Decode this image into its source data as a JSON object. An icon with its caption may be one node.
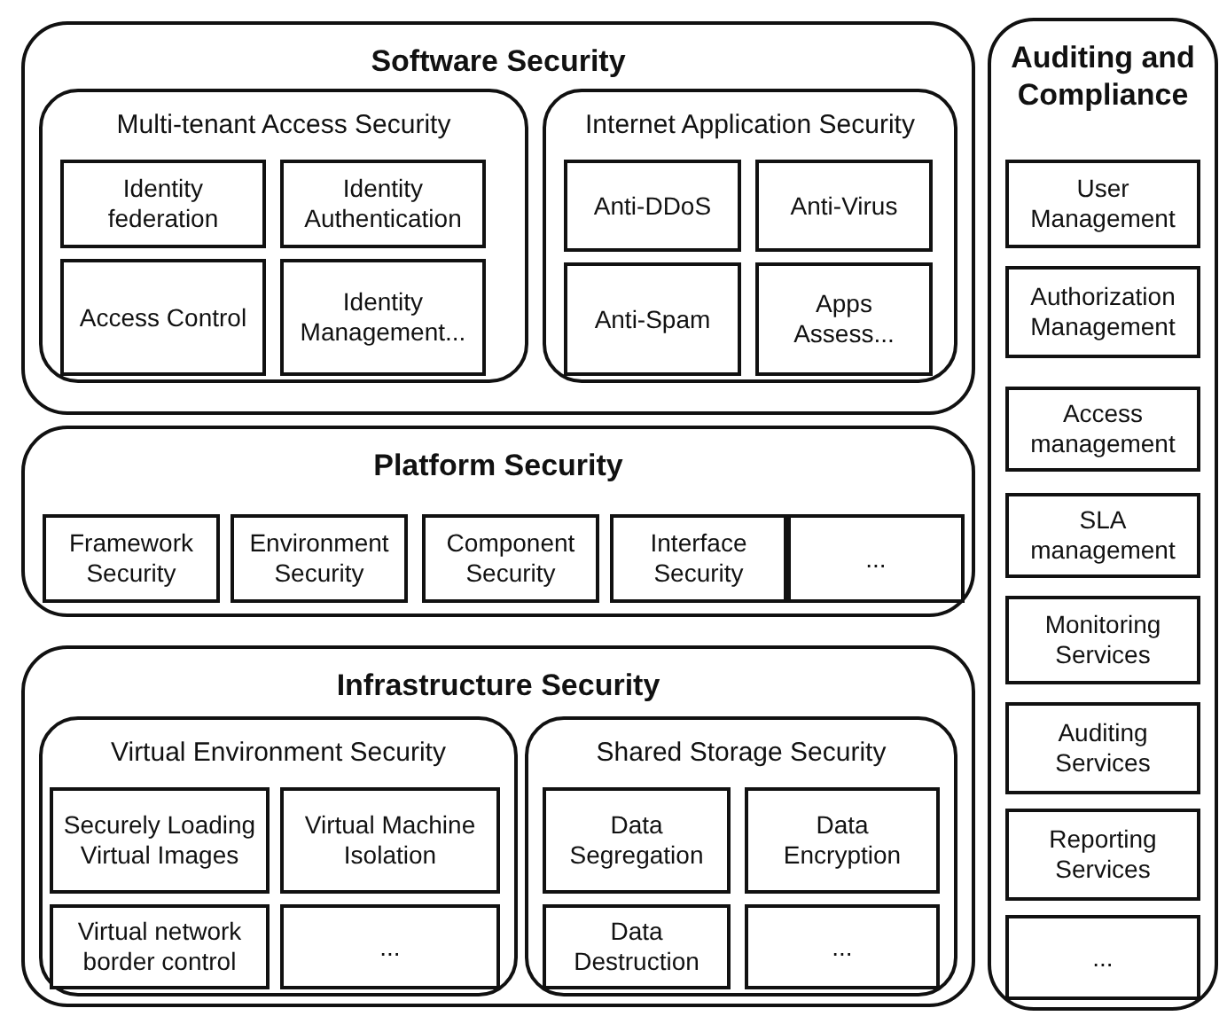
{
  "diagram": {
    "nodes": [
      {
        "text": [
          "Software Security"
        ]
      },
      {
        "text": [
          "Multi-tenant Access Security"
        ],
        "in": 0
      },
      {
        "text": [
          "Identity federation"
        ],
        "in": 1
      },
      {
        "text": [
          "Identity Authentication"
        ],
        "in": 1
      },
      {
        "text": [
          "Access Control"
        ],
        "in": 1
      },
      {
        "text": [
          "Identity Management..."
        ],
        "in": 1
      },
      {
        "text": [
          "Internet Application Security"
        ],
        "in": 0
      },
      {
        "text": [
          "Anti-DDoS"
        ],
        "in": 6
      },
      {
        "text": [
          "Anti-Virus"
        ],
        "in": 6
      },
      {
        "text": [
          "Anti-Spam"
        ],
        "in": 6
      },
      {
        "text": [
          "Apps Assess..."
        ],
        "in": 6
      },
      {
        "text": [
          "Platform Security"
        ]
      },
      {
        "text": [
          "Framework Security"
        ],
        "in": 11
      },
      {
        "text": [
          "Environment Security"
        ],
        "in": 11
      },
      {
        "text": [
          "Component Security"
        ],
        "in": 11
      },
      {
        "text": [
          "Interface Security"
        ],
        "in": 11
      },
      {
        "text": [
          "..."
        ],
        "in": 11
      },
      {
        "text": [
          "Infrastructure Security"
        ]
      },
      {
        "text": [
          "Virtual Environment Security"
        ],
        "in": 17
      },
      {
        "text": [
          "Securely Loading Virtual Images"
        ],
        "in": 18
      },
      {
        "text": [
          "Virtual Machine Isolation"
        ],
        "in": 18
      },
      {
        "text": [
          "Virtual network border control"
        ],
        "in": 18
      },
      {
        "text": [
          "..."
        ],
        "in": 18
      },
      {
        "text": [
          "Shared Storage Security"
        ],
        "in": 17
      },
      {
        "text": [
          "Data Segregation"
        ],
        "in": 23
      },
      {
        "text": [
          "Data Encryption"
        ],
        "in": 23
      },
      {
        "text": [
          "Data Destruction"
        ],
        "in": 23
      },
      {
        "text": [
          "..."
        ],
        "in": 23
      },
      {
        "text": [
          "Auditing and Compliance"
        ]
      },
      {
        "text": [
          "User Management"
        ],
        "in": 28
      },
      {
        "text": [
          "Authorization Management"
        ],
        "in": 28
      },
      {
        "text": [
          "Access management"
        ],
        "in": 28
      },
      {
        "text": [
          "SLA management"
        ],
        "in": 28
      },
      {
        "text": [
          "Monitoring Services"
        ],
        "in": 28
      },
      {
        "text": [
          "Auditing Services"
        ],
        "in": 28
      },
      {
        "text": [
          "Reporting Services"
        ],
        "in": 28
      },
      {
        "text": [
          "..."
        ],
        "in": 28
      }
    ],
    "edges": []
  }
}
